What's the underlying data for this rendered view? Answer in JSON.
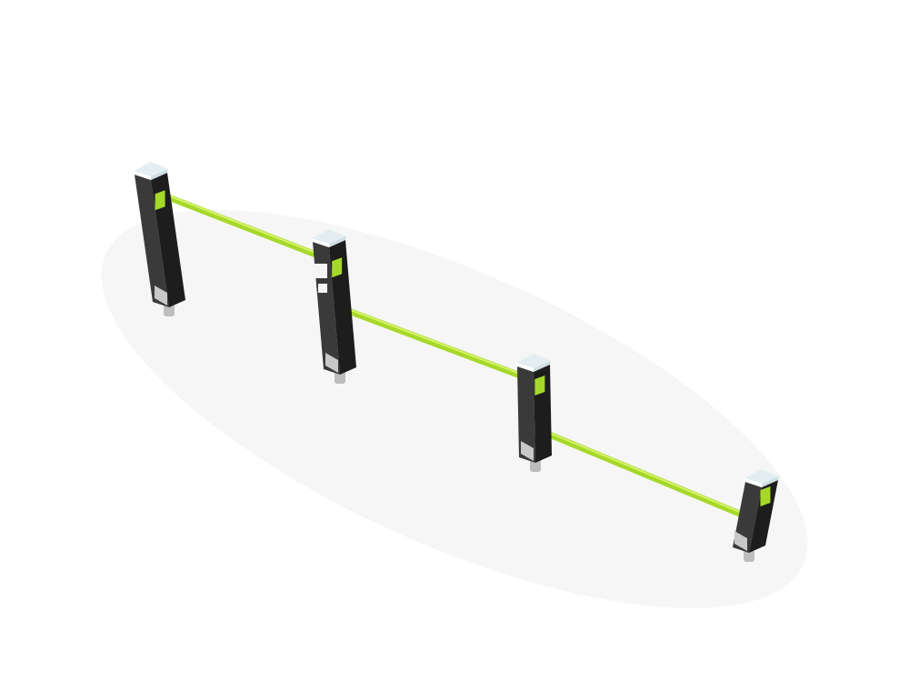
{
  "scene": {
    "subject": "balance-beam-posts",
    "post_count": 4,
    "bar_count": 3
  },
  "colors": {
    "background": "#ffffff",
    "bar": "#a6d82a",
    "bar_highlight": "#d6f36a",
    "post_dark": "#1d1d1d",
    "post_light": "#3a3a3a",
    "cap": "#e4eef1",
    "foot": "#c8c8c8",
    "shadow": "#f1f1f1"
  }
}
